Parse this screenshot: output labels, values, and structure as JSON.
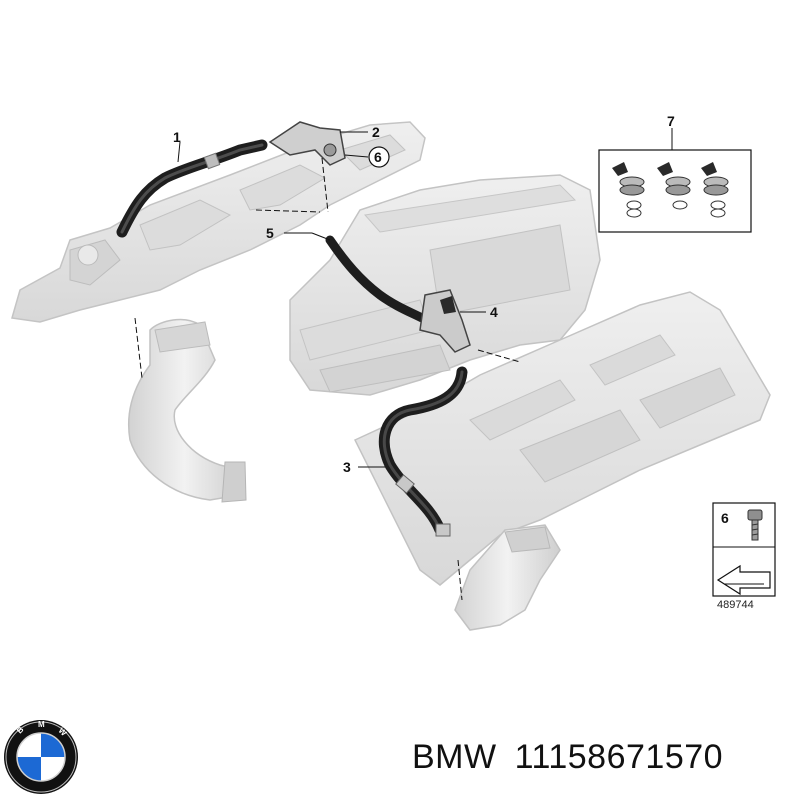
{
  "diagram": {
    "callouts": {
      "c1": "1",
      "c2": "2",
      "c3": "3",
      "c4": "4",
      "c5": "5",
      "c6": "6",
      "c7": "7"
    },
    "legend_box": {
      "callout": "6",
      "diagram_number": "489744"
    }
  },
  "footer": {
    "brand": "BMW",
    "part_number": "11158671570",
    "logo_letters": "BMW"
  },
  "colors": {
    "part_fill": "#e6e6e6",
    "part_edge": "#c4c4c4",
    "hose": "#1e1e1e",
    "logo_blue": "#1c69d4"
  }
}
